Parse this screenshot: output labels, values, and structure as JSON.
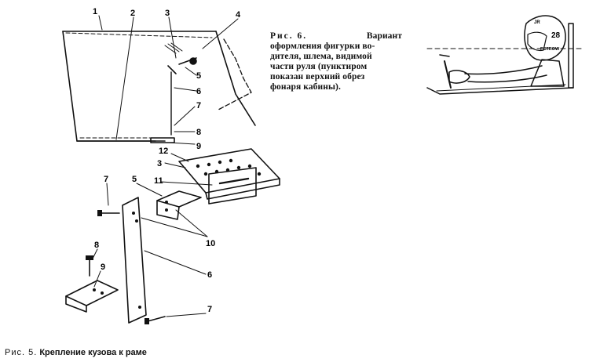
{
  "figure6": {
    "label": "Рис. 6.",
    "lines": [
      "Вариант",
      "оформления фигурки во-",
      "дителя, шлема, видимой",
      "части руля (пунктиром",
      "показан верхний обрез",
      "фонаря кабины)."
    ],
    "helmet": {
      "top": "JR",
      "number": "28",
      "name": "PETROW"
    }
  },
  "figure5": {
    "label": "Рис. 5.",
    "text": "Крепление кузова к раме"
  },
  "callouts": {
    "n1": "1",
    "n2": "2",
    "n3": "3",
    "n4": "4",
    "n5": "5",
    "n6": "6",
    "n7": "7",
    "n8": "8",
    "n9": "9",
    "n10": "10",
    "n11": "11",
    "n12": "12"
  }
}
